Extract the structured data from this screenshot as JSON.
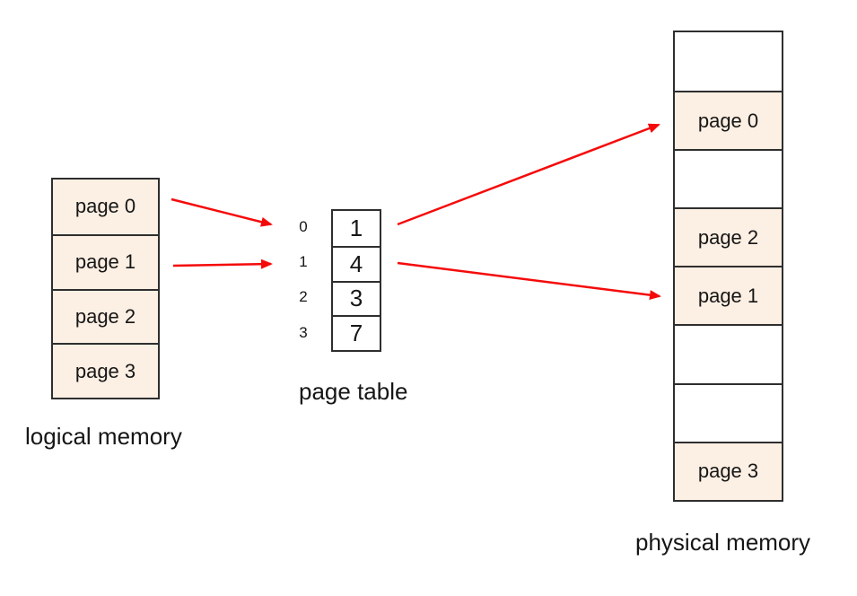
{
  "logical_memory": {
    "label": "logical memory",
    "pages": [
      "page 0",
      "page 1",
      "page 2",
      "page 3"
    ]
  },
  "page_table": {
    "label": "page table",
    "entries": [
      {
        "index": "0",
        "value": "1"
      },
      {
        "index": "1",
        "value": "4"
      },
      {
        "index": "2",
        "value": "3"
      },
      {
        "index": "3",
        "value": "7"
      }
    ]
  },
  "physical_memory": {
    "label": "physical memory",
    "frames": [
      "",
      "page 0",
      "",
      "page 2",
      "page 1",
      "",
      "",
      "page 3"
    ]
  },
  "arrows": [
    {
      "from": "logical memory page 0",
      "to": "page table entry 0"
    },
    {
      "from": "logical memory page 1",
      "to": "page table entry 1"
    },
    {
      "from": "page table entry 0 (value 1)",
      "to": "physical memory frame 1 (page 0)"
    },
    {
      "from": "page table entry 1 (value 4)",
      "to": "physical memory frame 4 (page 1)"
    }
  ],
  "colors": {
    "page_fill": "#fcefe3",
    "arrow_red": "#f50a0a",
    "border": "#2e2e2e",
    "background": "#ffffff"
  }
}
